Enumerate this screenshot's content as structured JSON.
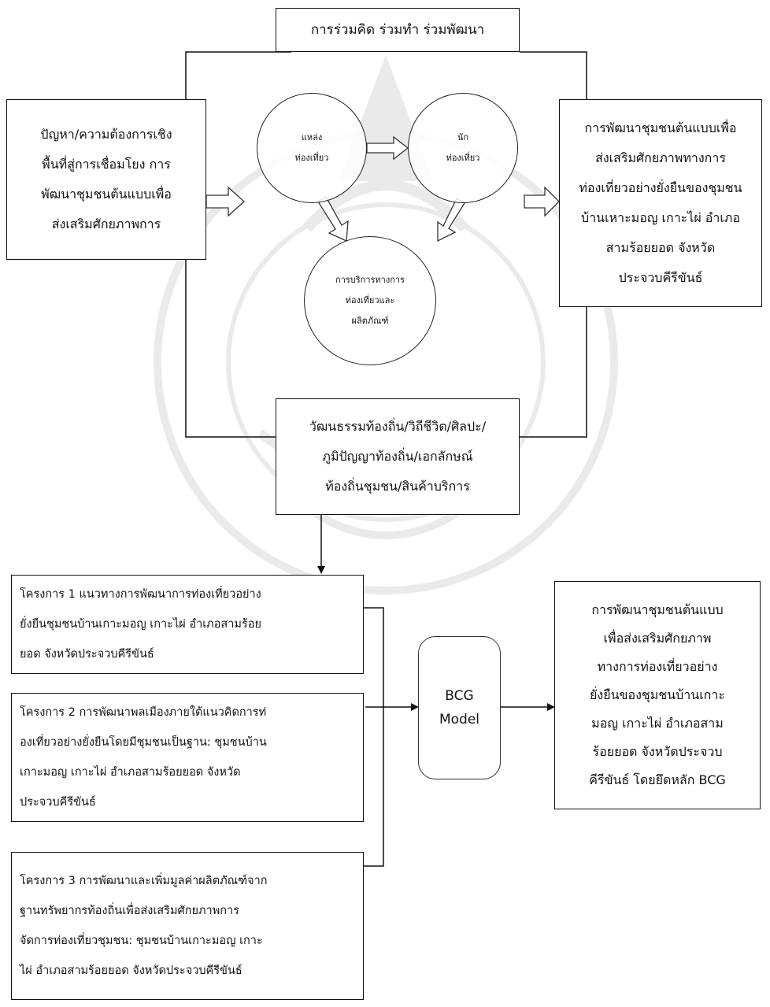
{
  "top_box": "การร่วมคิด ร่วมทำ ร่วมพัฒนา",
  "left_box": "ปัญหา/ความต้องการเชิง\nพื้นที่สู่การเชื่อมโยง การ\nพัฒนาชุมชนต้นแบบเพื่อ\nส่งเสริมศักยภาพการ",
  "right_box": "การพัฒนาชุมชนต้นแบบเพื่อ\nส่งเสริมศักยภาพทางการ\nท่องเที่ยวอย่างยั่งยืนของชุมชน\nบ้านเหาะมอญ เกาะไผ่ อำเภอ\nสามร้อยยอด จังหวัด\nประจวบคีรีขันธ์",
  "circles": {
    "source": "แหล่ง\nท่องเที่ยว",
    "tourist": "นัก\nท่องเที่ยว",
    "service": "การบริการทางการ\nท่องเที่ยวและ\nผลิตภัณฑ์"
  },
  "culture_box": "วัฒนธรรมท้องถิ่น/วิถีชีวิต/ศิลปะ/\nภูมิปัญญาท้องถิ่น/เอกลักษณ์\nท้องถิ่นชุมชน/สินค้าบริการ",
  "projects": [
    "โครงการ 1 แนวทางการพัฒนาการท่องเที่ยวอย่าง\nยั่งยืนชุมชนบ้านเกาะมอญ เกาะไผ่ อำเภอสามร้อย\nยอด จังหวัดประจวบคีรีขันธ์",
    "โครงการ 2 การพัฒนาพลเมืองภายใต้แนวคิดการท่\nองเที่ยวอย่างยั่งยืนโดยมีชุมชนเป็นฐาน: ชุมชนบ้าน\nเกาะมอญ เกาะไผ่ อำเภอสามร้อยยอด จังหวัด\nประจวบคีรีขันธ์",
    "โครงการ 3 การพัฒนาและเพิ่มมูลค่าผลิตภัณฑ์จาก\nฐานทรัพยากรท้องถิ่นเพื่อส่งเสริมศักยภาพการ\nจัดการท่องเที่ยวชุมชน: ชุมชนบ้านเกาะมอญ เกาะ\nไผ่ อำเภอสามร้อยยอด จังหวัดประจวบคีรีขันธ์"
  ],
  "model": "BCG\nModel",
  "result_box": "การพัฒนาชุมชนต้นแบบ\nเพื่อส่งเสริมศักยภาพ\nทางการท่องเที่ยวอย่าง\nยั่งยืนของชุมชนบ้านเกาะ\nมอญ เกาะไผ่ อำเภอสาม\nร้อยยอด จังหวัดประจวบ\nคีรีขันธ์ โดยยึดหลัก BCG"
}
